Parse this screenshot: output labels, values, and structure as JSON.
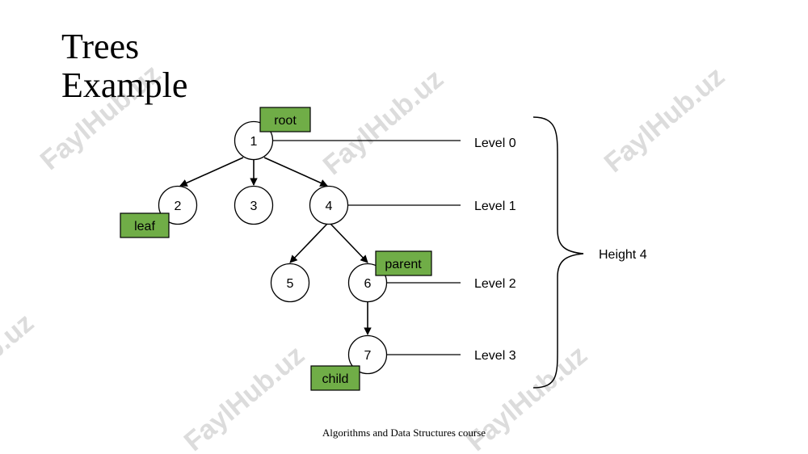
{
  "slide": {
    "title_line1": "Trees",
    "title_line2": "Example",
    "footer": "Algorithms and Data Structures course"
  },
  "watermark": {
    "text": "FaylHub.uz"
  },
  "tree": {
    "nodes": [
      "1",
      "2",
      "3",
      "4",
      "5",
      "6",
      "7"
    ],
    "edges": [
      [
        "1",
        "2"
      ],
      [
        "1",
        "3"
      ],
      [
        "1",
        "4"
      ],
      [
        "4",
        "5"
      ],
      [
        "4",
        "6"
      ],
      [
        "6",
        "7"
      ]
    ],
    "tags": {
      "root": "root",
      "leaf": "leaf",
      "parent": "parent",
      "child": "child"
    },
    "tag_color": "#70ad47",
    "levels": [
      "Level 0",
      "Level 1",
      "Level 2",
      "Level 3"
    ],
    "height_label": "Height 4"
  }
}
